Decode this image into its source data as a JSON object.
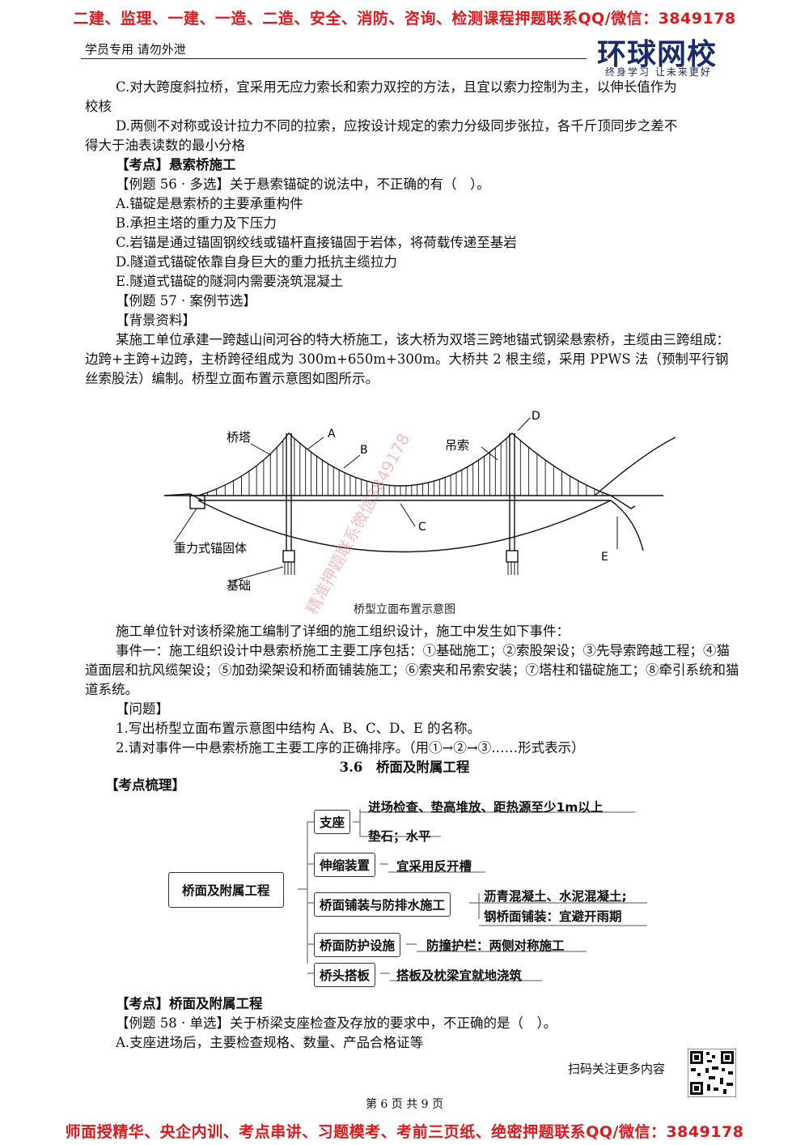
{
  "banner_top": "二建、监理、一建、一造、二造、安全、消防、咨询、检测课程押题联系QQ/微信：3849178",
  "banner_bottom": "师面授精华、央企内训、考点串讲、习题模考、考前三页纸、绝密押题联系QQ/微信：3849178",
  "header": {
    "left": "学员专用 请勿外泄",
    "logo": "环球网校",
    "logo_sub": "终身学习 让未来更好"
  },
  "lines": [
    "C.对大跨度斜拉桥，宜采用无应力索长和索力双控的方法，且宜以索力控制为主，以伸长值作为",
    "校核",
    "D.两侧不对称或设计拉力不同的拉索，应按设计规定的索力分级同步张拉，各千斤顶同步之差不",
    "得大于油表读数的最小分格",
    "【考点】悬索桥施工",
    "【例题 56 · 多选】关于悬索锚碇的说法中，不正确的有（　）。",
    "A.锚碇是悬索桥的主要承重构件",
    "B.承担主塔的重力及下压力",
    "C.岩锚是通过锚固钢绞线或锚杆直接锚固于岩体，将荷载传递至基岩",
    "D.隧道式锚碇依靠自身巨大的重力抵抗主缆拉力",
    "E.隧道式锚碇的隧洞内需要浇筑混凝土",
    "【例题 57 · 案例节选】",
    "【背景资料】"
  ],
  "para1": "某施工单位承建一跨越山间河谷的特大桥施工，该大桥为双塔三跨地锚式钢梁悬索桥，主缆由三跨组成：边跨+主跨+边跨，主桥跨径组成为 300m+650m+300m。大桥共 2 根主缆，采用 PPWS 法（预制平行钢丝索股法）编制。桥型立面布置示意图如图所示。",
  "figure": {
    "caption": "桥型立面布置示意图",
    "labels": {
      "tower": "桥塔",
      "hanger": "吊索",
      "anchor": "重力式锚固体",
      "foundation": "基础",
      "A": "A",
      "B": "B",
      "C": "C",
      "D": "D",
      "E": "E"
    }
  },
  "para2": "施工单位针对该桥梁施工编制了详细的施工组织设计，施工中发生如下事件：",
  "para3": "事件一：施工组织设计中悬索桥施工主要工序包括：①基础施工；②索股架设；③先导索跨越工程；④猫道面层和抗风缆架设；⑤加劲梁架设和桥面铺装施工；⑥索夹和吊索安装；⑦塔柱和锚碇施工；⑧牵引系统和猫道系统。",
  "questions": [
    "【问题】",
    "1.写出桥型立面布置示意图中结构 A、B、C、D、E 的名称。",
    "2.请对事件一中悬索桥施工主要工序的正确排序。（用①→②→③……形式表示）"
  ],
  "section_title": "3.6　桥面及附属工程",
  "mindmap": {
    "heading": "【考点梳理】",
    "root": "桥面及附属工程",
    "branches": [
      {
        "label": "支座",
        "items": [
          "进场检查、垫高堆放、距热源至少1m以上",
          "垫石；水平"
        ]
      },
      {
        "label": "伸缩装置",
        "items": [
          "宜采用反开槽"
        ]
      },
      {
        "label": "桥面铺装与防排水施工",
        "items": [
          "沥青混凝土、水泥混凝土;",
          "钢桥面铺装：宜避开雨期"
        ]
      },
      {
        "label": "桥面防护设施",
        "items": [
          "防撞护栏：两侧对称施工"
        ]
      },
      {
        "label": "桥头搭板",
        "items": [
          "搭板及枕梁宜就地浇筑"
        ]
      }
    ]
  },
  "tail_lines": [
    "【考点】桥面及附属工程",
    "【例题 58 · 单选】关于桥梁支座检查及存放的要求中，不正确的是（　）。",
    "A.支座进场后，主要检查规格、数量、产品合格证等"
  ],
  "qr_text": "扫码关注更多内容",
  "page_number": "第 6 页 共 9 页",
  "watermark_text": "精准押题联系微信3849178",
  "colors": {
    "banner": "#e0191d",
    "logo": "#1a2a6a",
    "text": "#111111"
  }
}
